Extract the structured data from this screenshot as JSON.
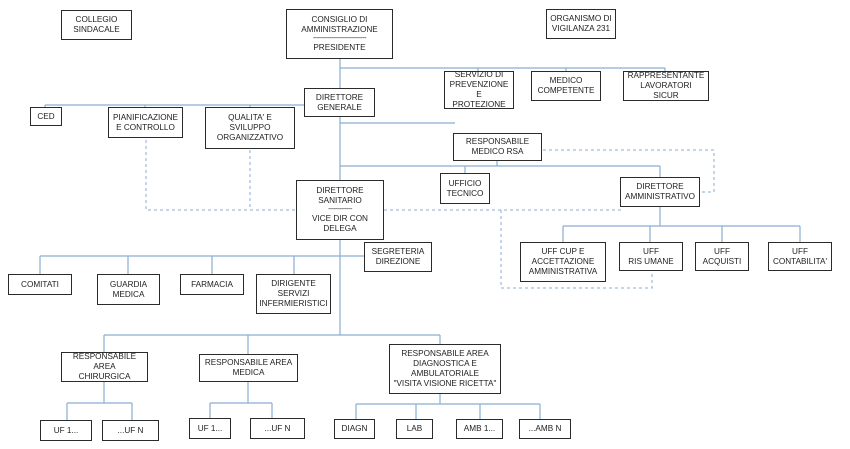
{
  "nodes": {
    "collegio": "COLLEGIO\nSINDACALE",
    "consiglio": "CONSIGLIO DI\nAMMINISTRAZIONE",
    "consiglio_sep": "-----------------------------",
    "presidente": "PRESIDENTE",
    "organismo": "ORGANISMO DI\nVIGILANZA 231",
    "servizio_prev": "SERVIZIO DI\nPREVENZIONE E\nPROTEZIONE",
    "medico_comp": "MEDICO\nCOMPETENTE",
    "rappresentante": "RAPPRESENTANTE\nLAVORATORI SICUR",
    "direttore_gen": "DIRETTORE\nGENERALE",
    "ced": "CED",
    "pianificazione": "PIANIFICAZIONE\nE CONTROLLO",
    "qualita": "QUALITA' E\nSVILUPPO\nORGANIZZATIVO",
    "resp_medico_rsa": "RESPONSABILE\nMEDICO RSA",
    "ufficio_tecnico": "UFFICIO\nTECNICO",
    "direttore_amm": "DIRETTORE\nAMMINISTRATIVO",
    "direttore_san": "DIRETTORE\nSANITARIO",
    "direttore_san_sep": "-------------",
    "vice_dir": "VICE DIR CON\nDELEGA",
    "segreteria": "SEGRETERIA\nDIREZIONE",
    "comitati": "COMITATI",
    "guardia_medica": "GUARDIA\nMEDICA",
    "farmacia": "FARMACIA",
    "dirigente_inf": "DIRIGENTE\nSERVIZI\nINFERMIERISTICI",
    "uff_cup": "UFF CUP E\nACCETTAZIONE\nAMMINISTRATIVA",
    "uff_risumane": "UFF\nRIS UMANE",
    "uff_acquisti": "UFF\nACQUISTI",
    "uff_contabilita": "UFF\nCONTABILITA'",
    "resp_chirurgica": "RESPONSABILE AREA\nCHIRURGICA",
    "resp_medica": "RESPONSABILE AREA\nMEDICA",
    "resp_diagnostica": "RESPONSABILE AREA\nDIAGNOSTICA E\nAMBULATORIALE\n\"VISITA VISIONE RICETTA\"",
    "uf1_chir": "UF 1...",
    "ufn_chir": "...UF N",
    "uf1_med": "UF 1...",
    "ufn_med": "...UF N",
    "diagn": "DIAGN",
    "lab": "LAB",
    "amb1": "AMB 1...",
    "ambn": "...AMB N"
  }
}
